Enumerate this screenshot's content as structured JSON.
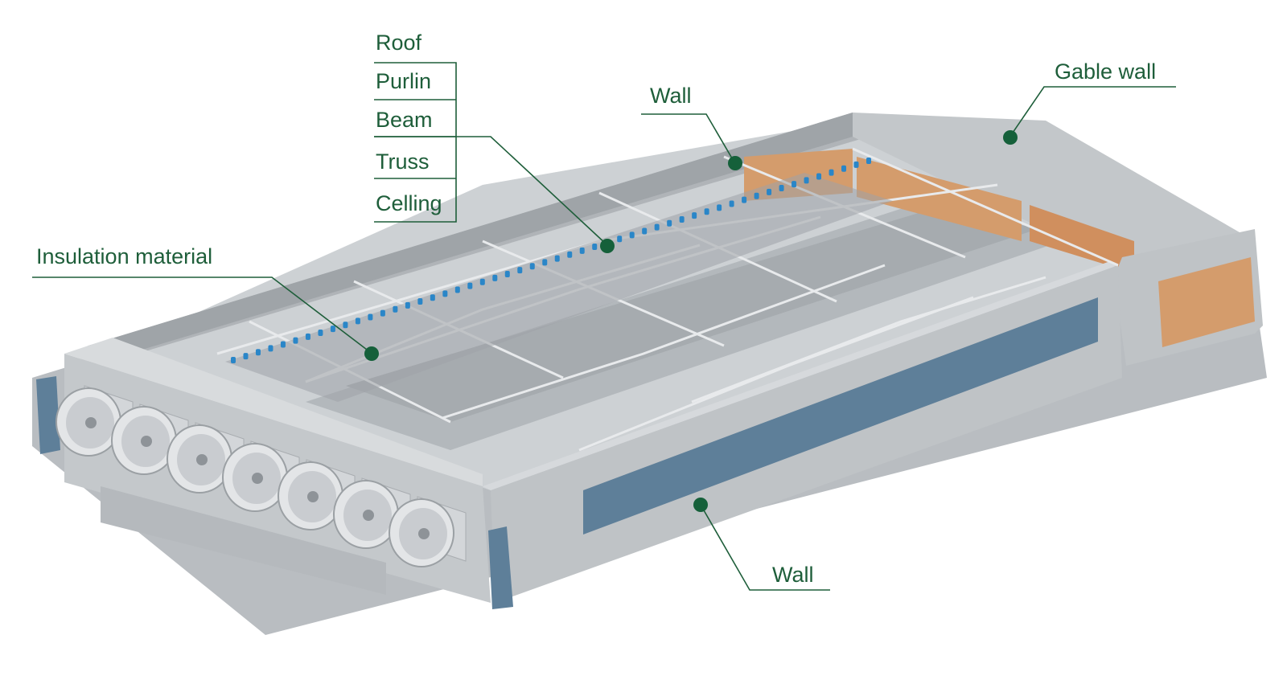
{
  "labels": {
    "stack": [
      "Roof",
      "Purlin",
      "Beam",
      "Truss",
      "Celling"
    ],
    "insulation": "Insulation material",
    "wall_top": "Wall",
    "gable_wall": "Gable wall",
    "wall_bottom": "Wall"
  },
  "colors": {
    "label_text": "#1e5e3a",
    "leader_line": "#1e5e3a",
    "marker_dot": "#15603a",
    "concrete": "#c7cacd",
    "concrete_dark": "#a9adb1",
    "cooling_pad": "#d49c6c",
    "side_panel": "#5e7f99",
    "nipple_line": "#2a86c8"
  },
  "fans": {
    "count": 7
  }
}
